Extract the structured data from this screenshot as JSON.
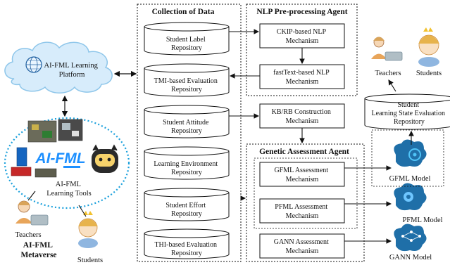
{
  "platform": {
    "label": "AI-FML Learning Platform"
  },
  "metaverse": {
    "tools_label": "AI-FML Learning Tools",
    "logo_text": "AI-FML",
    "caption": "AI-FML Metaverse",
    "teachers_label": "Teachers",
    "students_label": "Students"
  },
  "collection": {
    "title": "Collection of Data",
    "repositories": [
      "Student Label Repository",
      "TMI-based Evaluation Repository",
      "Student Attitude Repository",
      "Learning Environment Repository",
      "Student Effort Repository",
      "THI-based Evaluation Repository"
    ]
  },
  "nlp": {
    "title": "NLP Pre-processing Agent",
    "mechanisms": [
      "CKIP-based NLP Mechanism",
      "fastText-based NLP Mechanism"
    ]
  },
  "kbrb": {
    "label": "KB/RB Construction Mechanism"
  },
  "genetic": {
    "title": "Genetic Assessment Agent",
    "mechanisms": [
      "GFML Assessment Mechanism",
      "PFML Assessment Mechanism",
      "GANN Assessment Mechanism"
    ]
  },
  "models": [
    "GFML Model",
    "PFML Model",
    "GANN Model"
  ],
  "evaluation": {
    "repository": "Student Learning State Evaluation Repository",
    "teachers_label": "Teachers",
    "students_label": "Students"
  },
  "colors": {
    "cloud": "#d7ecfb",
    "cloud_stroke": "#8ec6ea",
    "ellipse_dots": "#1aa0dc",
    "model_icon": "#1f6fa8",
    "logo_blue": "#1e90ff"
  }
}
